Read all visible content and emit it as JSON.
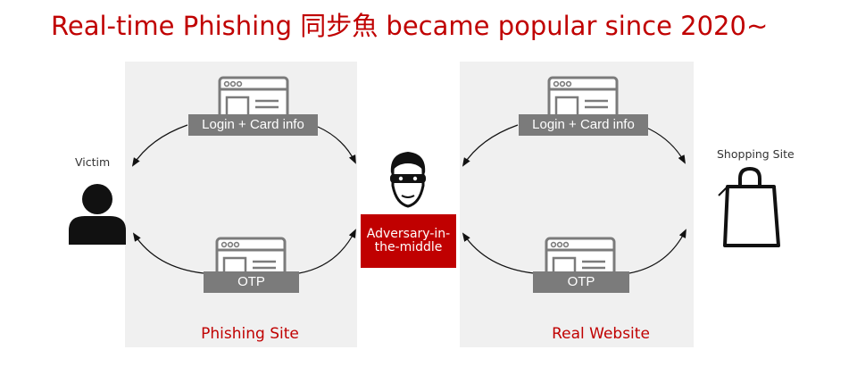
{
  "title": "Real-time Phishing 同步魚 became popular since 2020~",
  "panels": {
    "phishing": {
      "label": "Phishing Site"
    },
    "real": {
      "label": "Real Website"
    }
  },
  "messages": {
    "login_card": "Login + Card info",
    "otp": "OTP"
  },
  "actors": {
    "victim": "Victim",
    "shopping": "Shopping Site",
    "adversary": "Adversary-in-the-middle"
  },
  "colors": {
    "accent": "#c00000",
    "panel": "#f0f0f0",
    "tag": "#7b7b7b",
    "icon": "#111111"
  },
  "icons": [
    "browser-window-icon",
    "person-icon",
    "hacker-mask-icon",
    "shopping-bag-icon"
  ]
}
